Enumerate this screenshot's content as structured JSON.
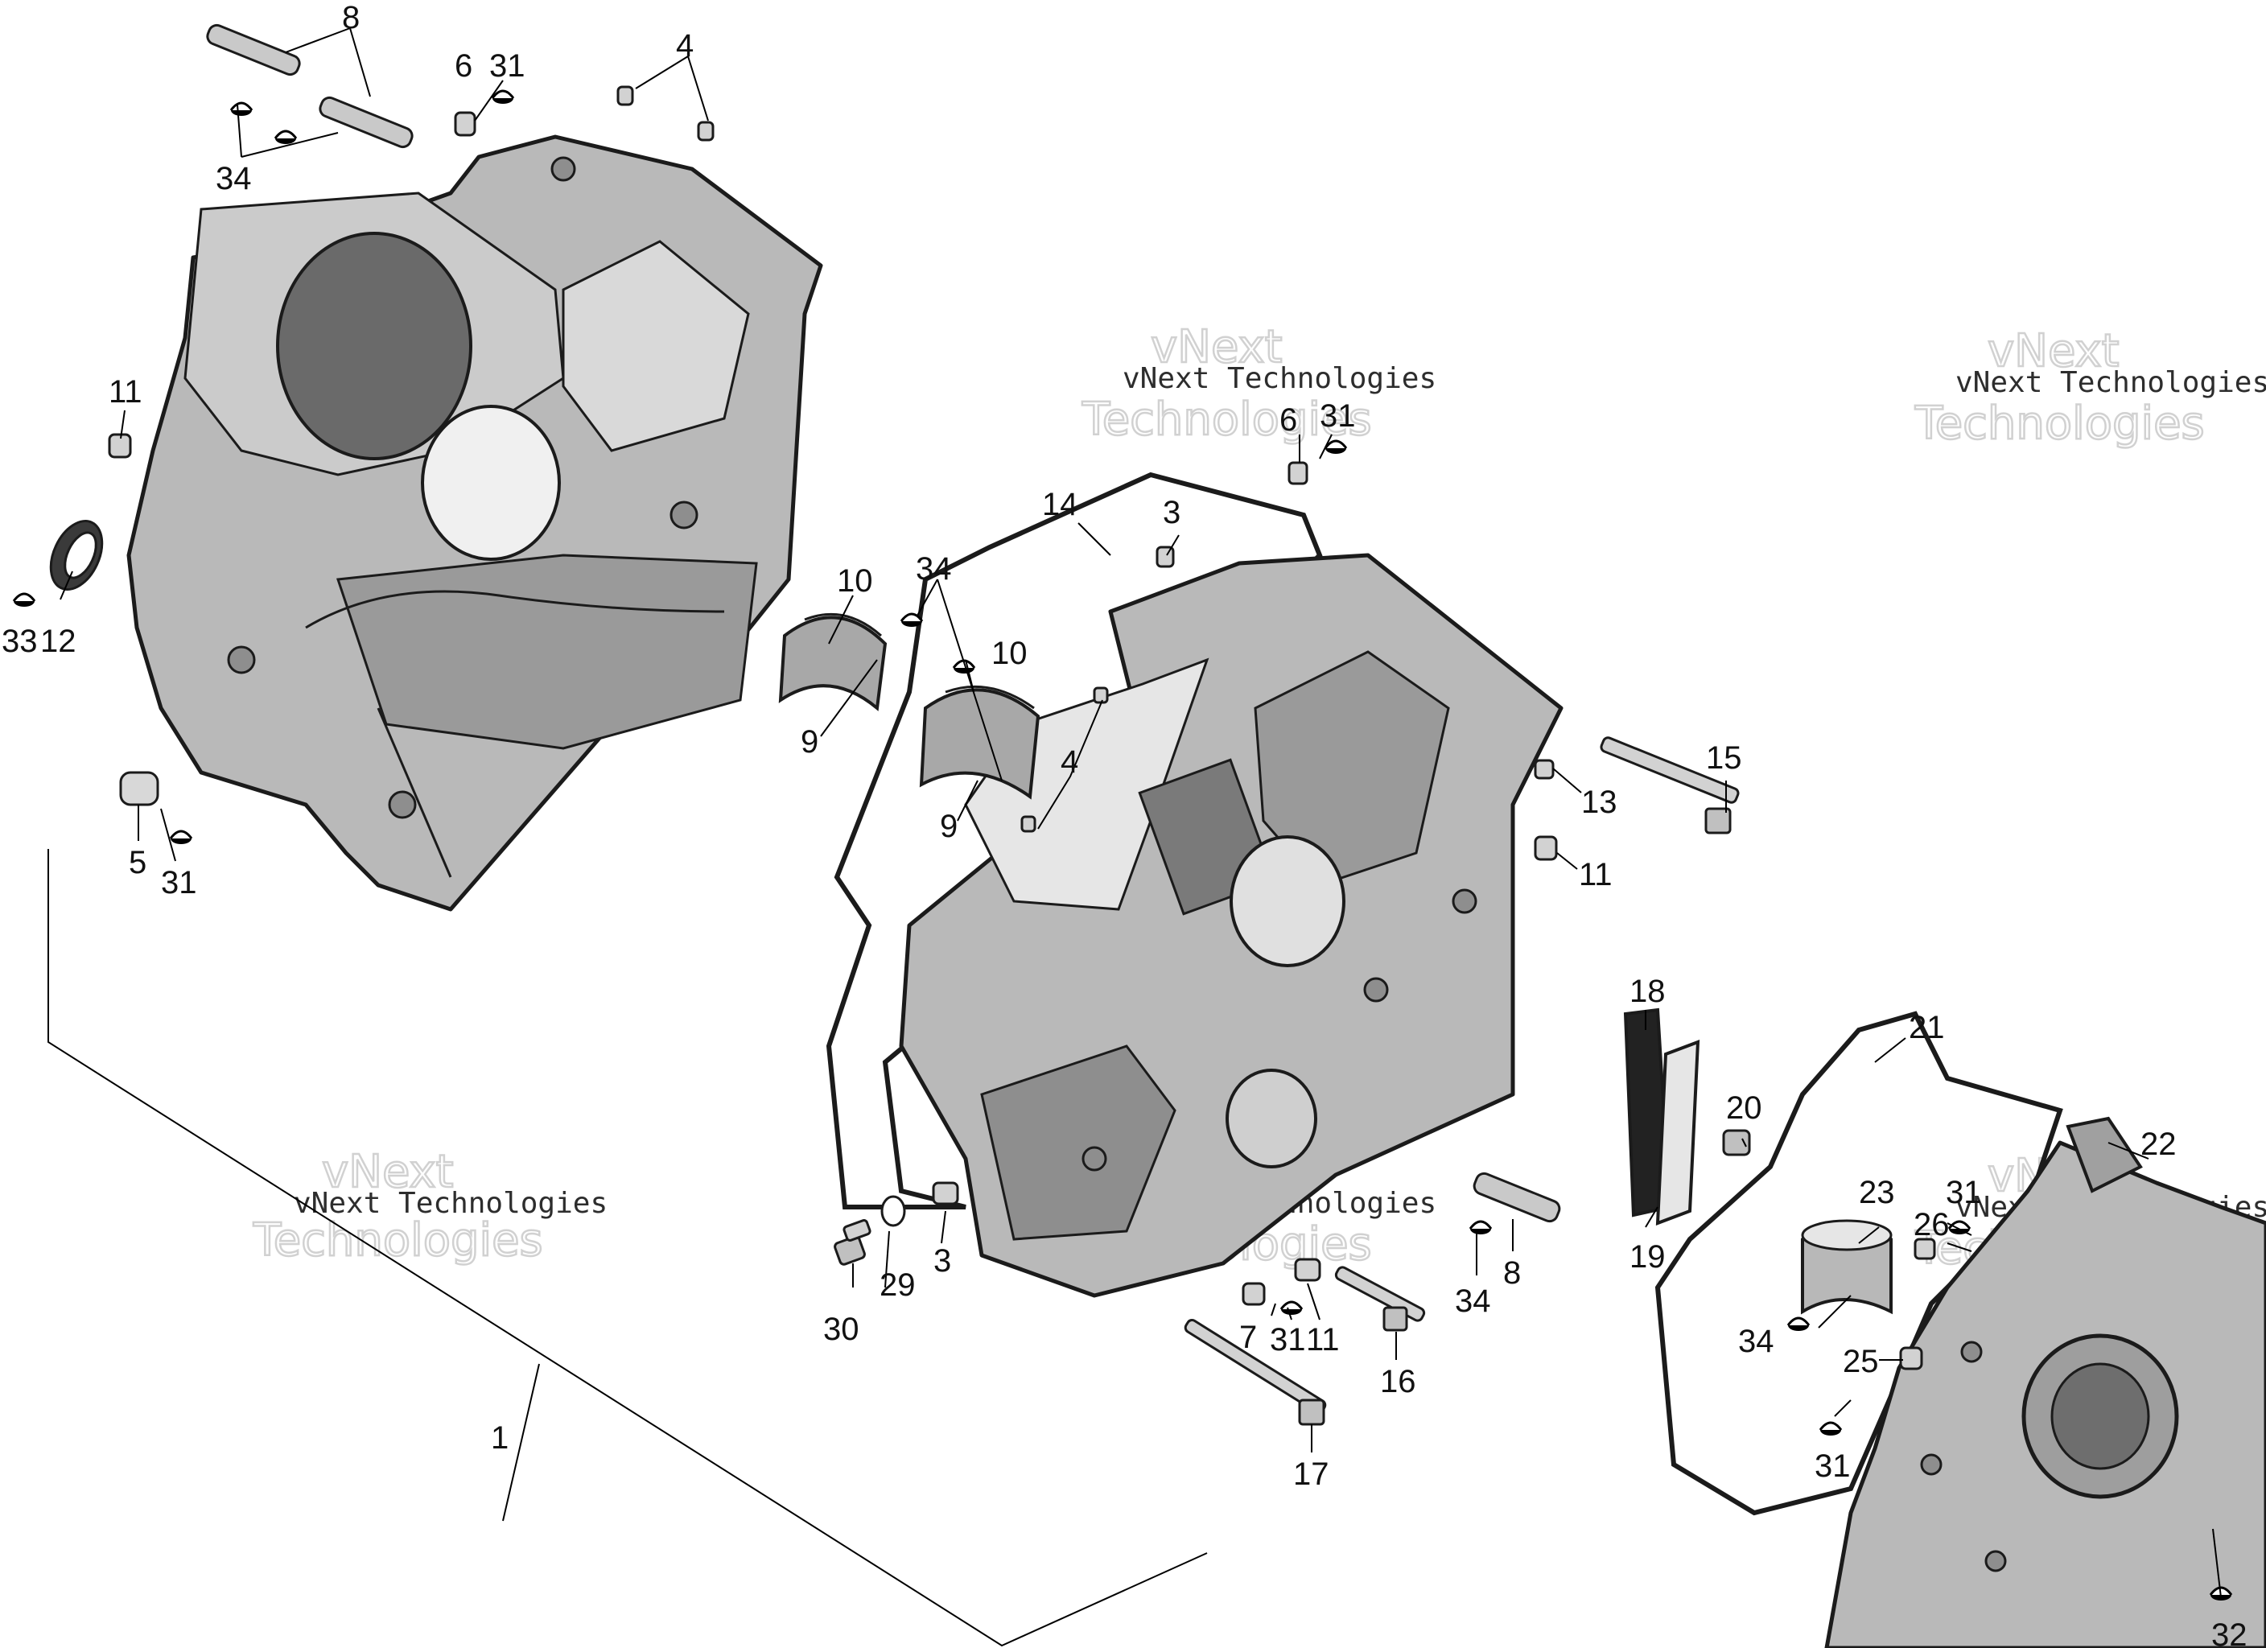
{
  "diagram": {
    "callouts": {
      "c1": "1",
      "c3a": "3",
      "c3b": "3",
      "c4a": "4",
      "c4b": "4",
      "c5": "5",
      "c6a": "6",
      "c6b": "6",
      "c7": "7",
      "c8a": "8",
      "c8b": "8",
      "c9a": "9",
      "c9b": "9",
      "c10a": "10",
      "c10b": "10",
      "c11a": "11",
      "c11b": "11",
      "c11c": "11",
      "c12": "12",
      "c13": "13",
      "c14": "14",
      "c15": "15",
      "c16": "16",
      "c17": "17",
      "c18": "18",
      "c19": "19",
      "c20": "20",
      "c21": "21",
      "c22": "22",
      "c23": "23",
      "c25": "25",
      "c26": "26",
      "c29": "29",
      "c30": "30",
      "c31a": "31",
      "c31b": "31",
      "c31c": "31",
      "c31d": "31",
      "c31e": "31",
      "c31f": "31",
      "c32": "32",
      "c33": "33",
      "c34a": "34",
      "c34b": "34",
      "c34c": "34",
      "c34d": "34"
    },
    "watermarks": {
      "line1": "vNext",
      "line2": "vNext Technologies",
      "line3": "Technologies"
    },
    "colors": {
      "housing": "#b9b9b9",
      "housing_dark": "#8e8e8e",
      "housing_light": "#d9d9d9",
      "gasket": "#e6e6e6",
      "outline": "#1b1b1b"
    },
    "icons": [
      "lubricant-drop-icon"
    ]
  }
}
